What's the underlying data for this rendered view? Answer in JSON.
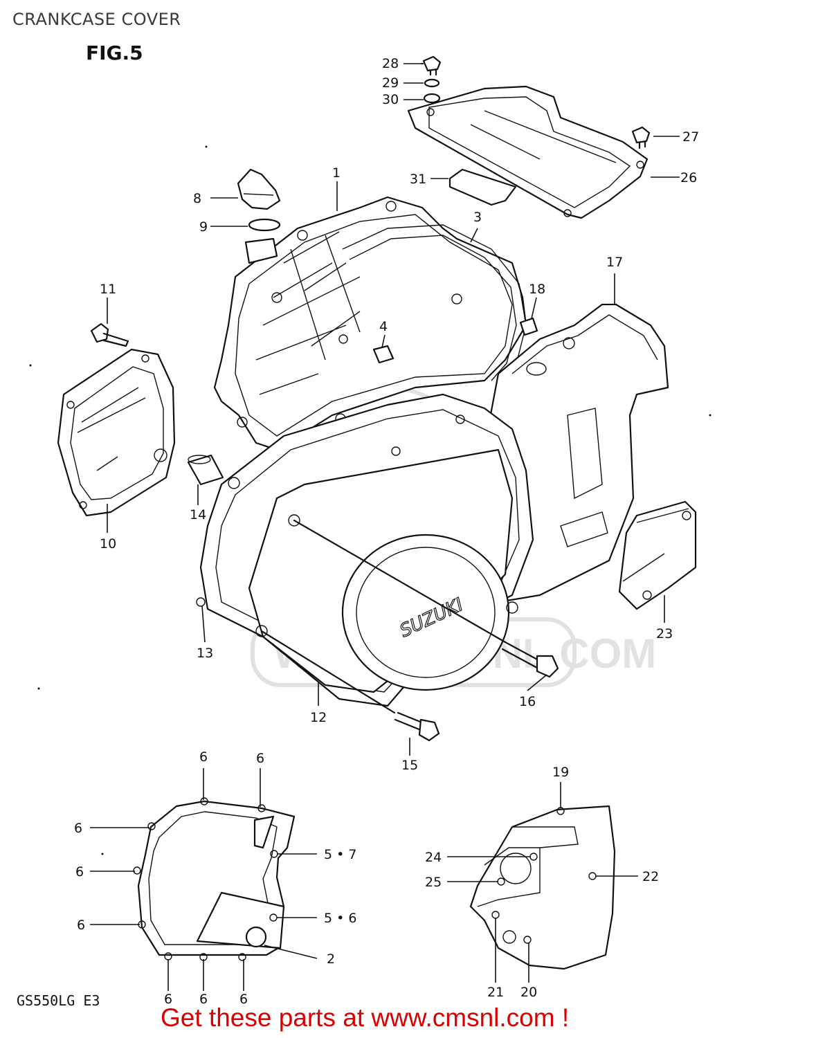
{
  "header": {
    "title": "CRANKCASE COVER",
    "figure": "FIG.5"
  },
  "footer": {
    "model_code": "GS550LG E3",
    "promo": "Get these parts at www.cmsnl.com !",
    "promo_color": "#d80000"
  },
  "watermark": {
    "text": "WWW.CMSNL.COM"
  },
  "cover_emblem": "SUZUKI",
  "callouts": {
    "c1": "1",
    "c2": "2",
    "c3": "3",
    "c4": "4",
    "c5_6": "5 • 6",
    "c5_7": "5 • 7",
    "c6a": "6",
    "c6b": "6",
    "c6c": "6",
    "c6d": "6",
    "c6e": "6",
    "c6f": "6",
    "c6g": "6",
    "c6h": "6",
    "c8": "8",
    "c9": "9",
    "c10": "10",
    "c11": "11",
    "c12": "12",
    "c13": "13",
    "c14": "14",
    "c15": "15",
    "c16": "16",
    "c17": "17",
    "c18": "18",
    "c19": "19",
    "c20": "20",
    "c21": "21",
    "c22": "22",
    "c23": "23",
    "c24": "24",
    "c25": "25",
    "c26": "26",
    "c27": "27",
    "c28": "28",
    "c29": "29",
    "c30": "30",
    "c31": "31"
  }
}
